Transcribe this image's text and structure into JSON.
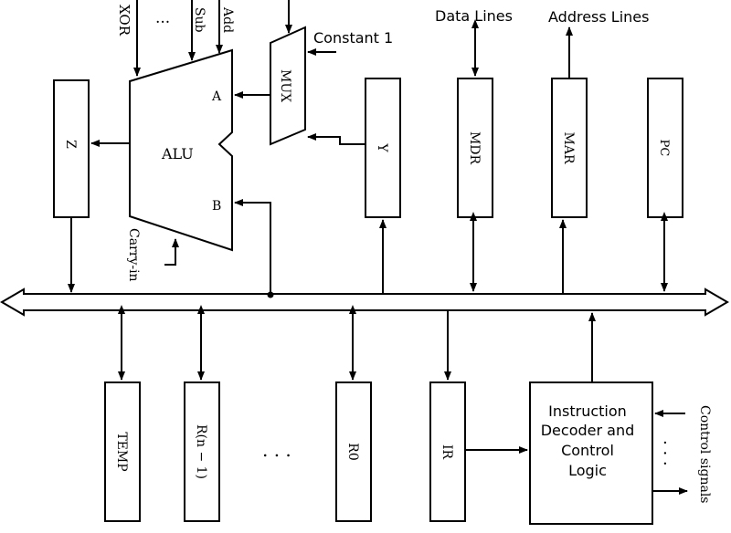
{
  "alu": {
    "label": "ALU",
    "input_a": "A",
    "input_b": "B",
    "carry_in": "Carry-in",
    "ops": [
      "XOR",
      "...",
      "Sub",
      "Add"
    ]
  },
  "mux": {
    "label": "MUX",
    "constant": "Constant 1"
  },
  "registers_top": {
    "z": "Z",
    "y": "Y",
    "mdr": "MDR",
    "mar": "MAR",
    "pc": "PC"
  },
  "external": {
    "data_lines": "Data Lines",
    "address_lines": "Address Lines"
  },
  "registers_bottom": {
    "temp": "TEMP",
    "rn1": "R(n − 1)",
    "ellipsis": ". . .",
    "r0": "R0",
    "ir": "IR"
  },
  "decoder": {
    "lines": [
      "Instruction",
      "Decoder and",
      "Control",
      "Logic"
    ],
    "control_signals": "Control signals",
    "ellipsis": ". . ."
  }
}
